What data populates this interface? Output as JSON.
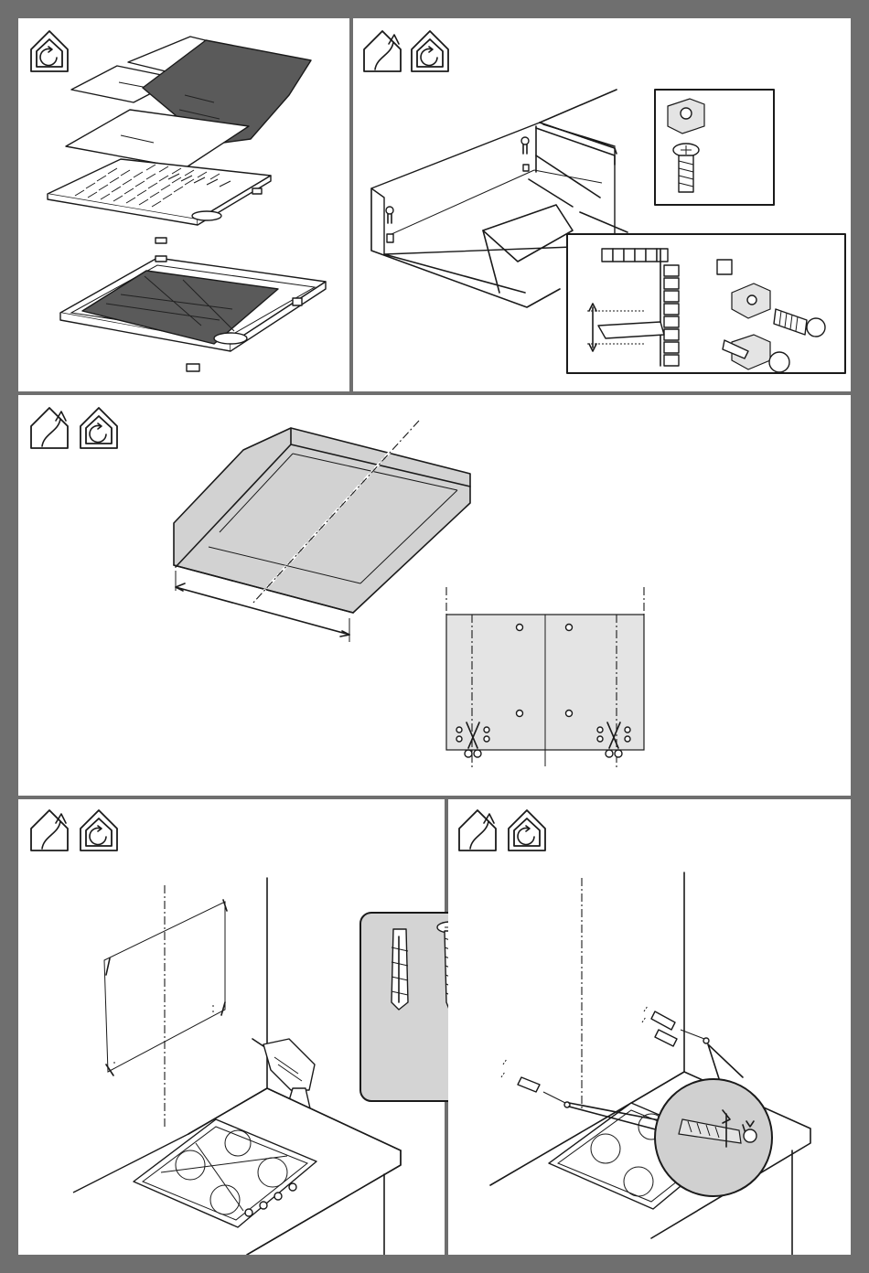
{
  "document": {
    "kind": "installation-diagram",
    "panels": [
      {
        "id": "panel-1",
        "icons": [
          "recirculation-icon"
        ],
        "content": "filter-assembly-exploded-view"
      },
      {
        "id": "panel-2",
        "icons": [
          "ducted-exhaust-icon",
          "recirculation-icon"
        ],
        "content": "cabinet-mounting-with-screws"
      },
      {
        "id": "panel-3",
        "icons": [
          "ducted-exhaust-icon",
          "recirculation-icon"
        ],
        "content": "hood-centerline-and-drilling-template"
      },
      {
        "id": "panel-4",
        "icons": [
          "ducted-exhaust-icon",
          "recirculation-icon"
        ],
        "content": "wall-drilling-with-template"
      },
      {
        "id": "panel-5",
        "icons": [
          "ducted-exhaust-icon",
          "recirculation-icon"
        ],
        "content": "wall-plugs-and-screws"
      }
    ],
    "colors": {
      "frame": "#6f6f6f",
      "line": "#1a1a1a",
      "filter_dark": "#5a5a5a",
      "surface_gray": "#d2d2d2",
      "callout_gray": "#e4e4e4"
    }
  }
}
